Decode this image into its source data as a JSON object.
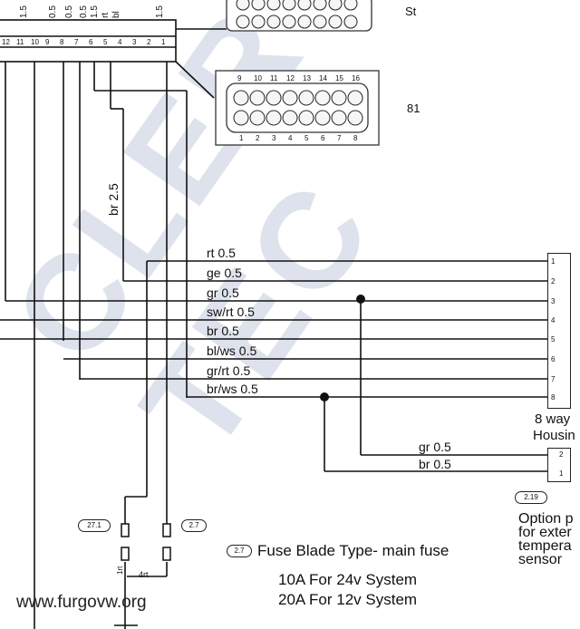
{
  "watermark_text": "CLER TEC",
  "top_connector": {
    "pin_numbers": [
      "12",
      "11",
      "10",
      "9",
      "8",
      "7",
      "6",
      "5",
      "4",
      "3",
      "2",
      "1"
    ],
    "top_wire_sizes": [
      "1.5",
      "0.5",
      "0.5",
      "0.5",
      "1.5",
      "1.5"
    ],
    "top_rotated_labels": [
      "rt",
      "bl"
    ]
  },
  "connector_81": {
    "label": "81",
    "row_top": [
      "9",
      "10",
      "11",
      "12",
      "13",
      "14",
      "15",
      "16"
    ],
    "row_bottom": [
      "1",
      "2",
      "3",
      "4",
      "5",
      "6",
      "7",
      "8"
    ]
  },
  "connector_st": {
    "label": "St"
  },
  "vertical_wire_label": "br 2.5",
  "wires": [
    {
      "label": "rt  0.5",
      "pin": "1"
    },
    {
      "label": "ge  0.5",
      "pin": "2"
    },
    {
      "label": "gr  0.5",
      "pin": "3"
    },
    {
      "label": "sw/rt 0.5",
      "pin": "4"
    },
    {
      "label": "br  0.5",
      "pin": "5"
    },
    {
      "label": "bl/ws 0.5",
      "pin": "6"
    },
    {
      "label": "gr/rt 0.5",
      "pin": "7"
    },
    {
      "label": "br/ws 0.5",
      "pin": "8"
    }
  ],
  "housing_8way": {
    "label_line1": "8 way",
    "label_line2": "Housin"
  },
  "housing_2way": {
    "wires": [
      {
        "label": "gr  0.5",
        "pin": "2"
      },
      {
        "label": "br  0.5",
        "pin": "1"
      }
    ]
  },
  "option": {
    "ref": "2.19",
    "lines": [
      "Option p",
      "for exter",
      "tempera",
      "sensor"
    ]
  },
  "fuses": {
    "left_ref": "27.1",
    "right_ref": "2.7",
    "small_labels": [
      "1rt",
      "4rt"
    ]
  },
  "fuse_note": {
    "ref": "2.7",
    "title": "Fuse Blade Type- main fuse",
    "line1": "10A For 24v System",
    "line2": "20A For 12v System"
  },
  "website": "www.furgovw.org"
}
